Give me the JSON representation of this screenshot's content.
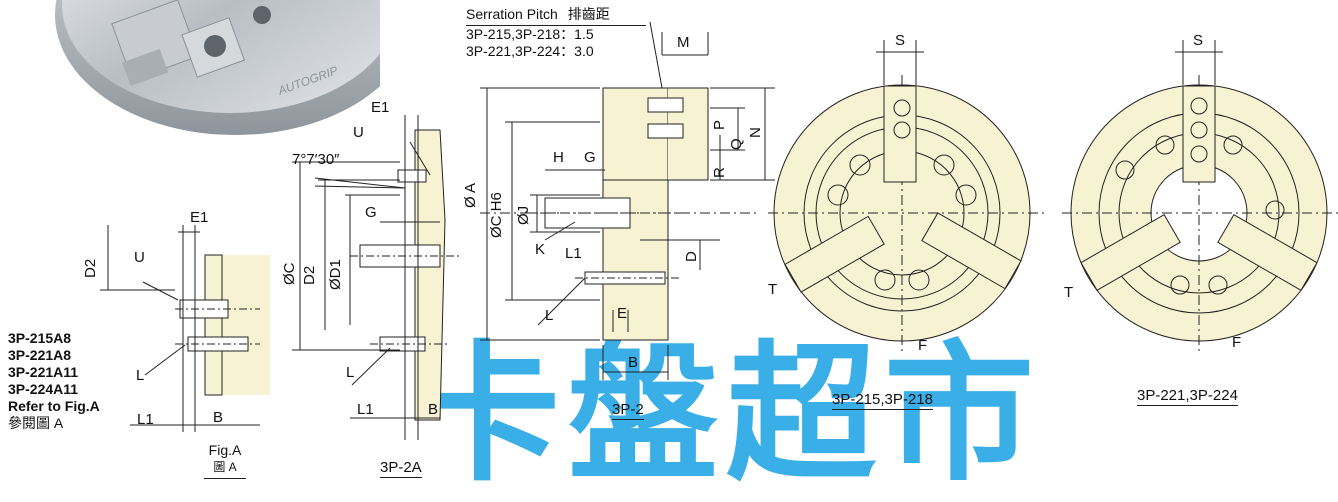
{
  "watermark": "卡盤超市",
  "serration": {
    "title": "Serration Pitch",
    "title_cn": "排齒距",
    "line1": "3P-215,3P-218：1.5",
    "line2": "3P-221,3P-224：3.0"
  },
  "notes": {
    "models": [
      "3P-215A8",
      "3P-221A8",
      "3P-221A11",
      "3P-224A11"
    ],
    "refer": "Refer to Fig.A",
    "refer_cn": "參閱圖 A"
  },
  "captions": {
    "fig_a": "Fig.A",
    "fig_a_cn": "圖 A",
    "p2a": "3P-2A",
    "p2": "3P-2",
    "front1": "3P-215,3P-218",
    "front2": "3P-221,3P-224"
  },
  "dims": {
    "E1": "E1",
    "U": "U",
    "D2": "D2",
    "L": "L",
    "L1": "L1",
    "B": "B",
    "angle": "7°7′30″",
    "G": "G",
    "C": "ØC",
    "D1": "ØD1",
    "A": "Ø A",
    "CH6": "ØC H6",
    "J": "ØJ",
    "H": "H",
    "K": "K",
    "D": "D",
    "E": "E",
    "M": "M",
    "P": "P",
    "Q": "Q",
    "R": "R",
    "N": "N",
    "S": "S",
    "T": "T",
    "F": "F"
  },
  "colors": {
    "body": "#f7f2d2",
    "watermark": "#2aa8e6",
    "line": "#222222"
  },
  "illustration": "chuck-photo"
}
